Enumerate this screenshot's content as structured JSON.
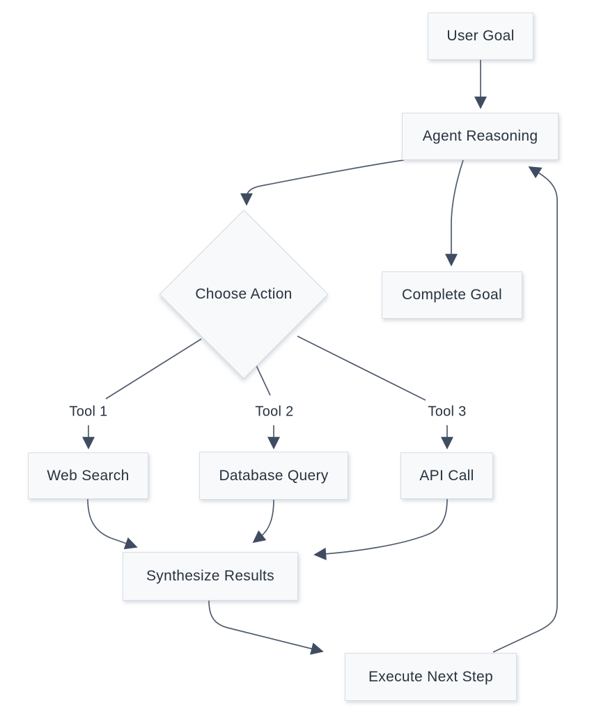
{
  "diagram": {
    "type": "flowchart",
    "background": "#ffffff",
    "node_fill": "#f7f9fb",
    "node_border": "#d8dee5",
    "text_color": "#28323f",
    "edge_color": "#4f5b6d",
    "arrow_color": "#3f4c61",
    "nodes": {
      "user_goal": {
        "label": "User Goal",
        "shape": "rect"
      },
      "agent_reasoning": {
        "label": "Agent Reasoning",
        "shape": "rect"
      },
      "choose_action": {
        "label": "Choose Action",
        "shape": "diamond"
      },
      "complete_goal": {
        "label": "Complete Goal",
        "shape": "rect"
      },
      "web_search": {
        "label": "Web Search",
        "shape": "rect"
      },
      "database_query": {
        "label": "Database Query",
        "shape": "rect"
      },
      "api_call": {
        "label": "API Call",
        "shape": "rect"
      },
      "synthesize_results": {
        "label": "Synthesize Results",
        "shape": "rect"
      },
      "execute_next_step": {
        "label": "Execute Next Step",
        "shape": "rect"
      }
    },
    "edge_labels": {
      "tool1": {
        "label": "Tool 1"
      },
      "tool2": {
        "label": "Tool 2"
      },
      "tool3": {
        "label": "Tool 3"
      }
    },
    "edges": [
      {
        "from": "User Goal",
        "to": "Agent Reasoning"
      },
      {
        "from": "Agent Reasoning",
        "to": "Choose Action"
      },
      {
        "from": "Agent Reasoning",
        "to": "Complete Goal"
      },
      {
        "from": "Choose Action",
        "to": "Web Search",
        "label": "Tool 1"
      },
      {
        "from": "Choose Action",
        "to": "Database Query",
        "label": "Tool 2"
      },
      {
        "from": "Choose Action",
        "to": "API Call",
        "label": "Tool 3"
      },
      {
        "from": "Web Search",
        "to": "Synthesize Results"
      },
      {
        "from": "Database Query",
        "to": "Synthesize Results"
      },
      {
        "from": "API Call",
        "to": "Synthesize Results"
      },
      {
        "from": "Synthesize Results",
        "to": "Execute Next Step"
      },
      {
        "from": "Execute Next Step",
        "to": "Agent Reasoning"
      }
    ]
  }
}
